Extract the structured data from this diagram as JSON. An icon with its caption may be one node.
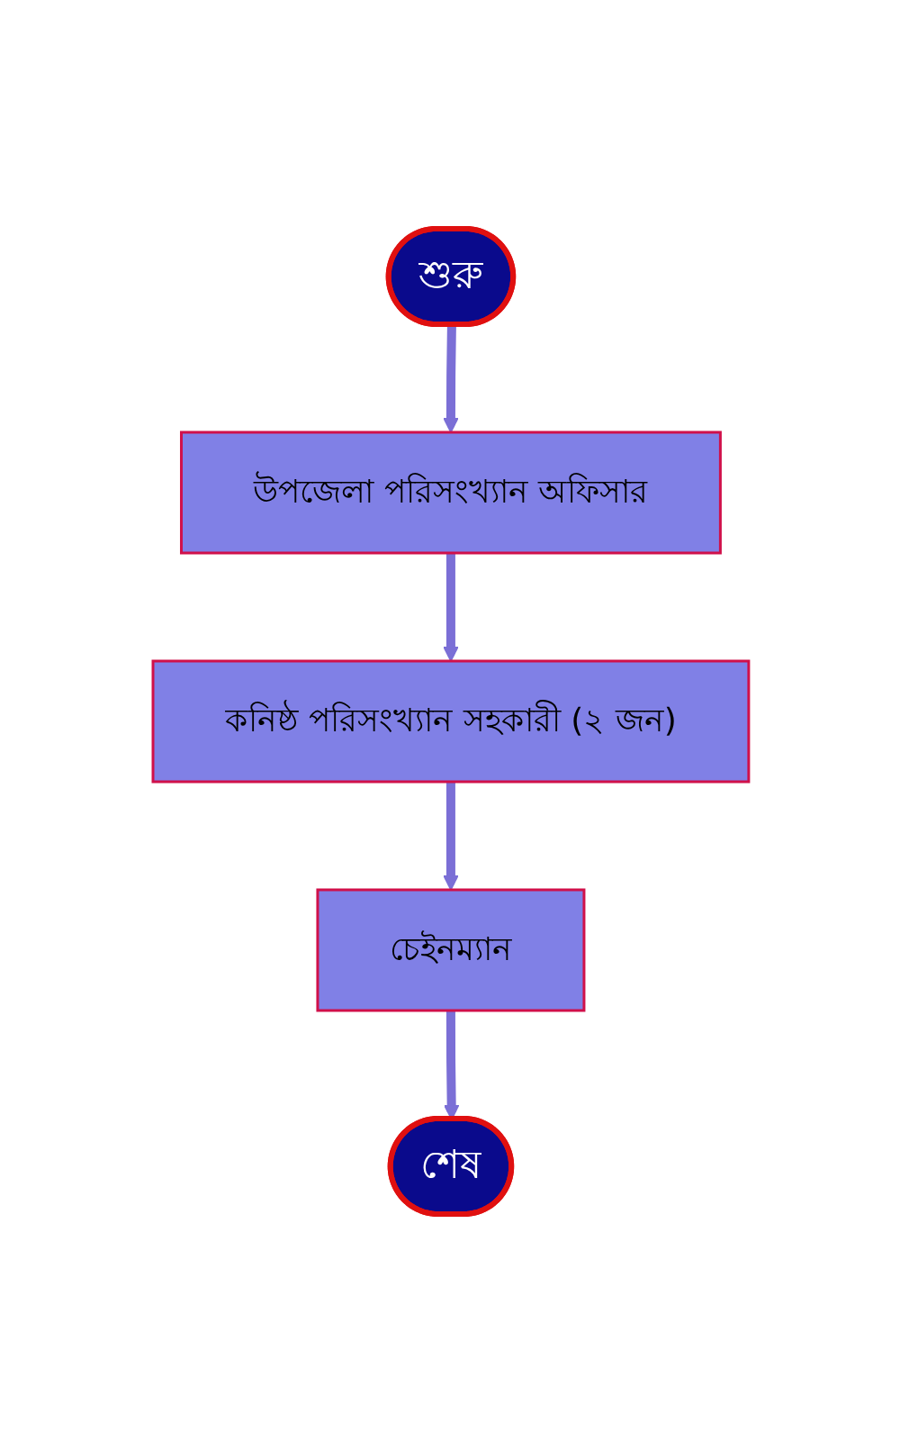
{
  "diagram": {
    "nodes": [
      {
        "text": [
          "শুরু"
        ]
      },
      {
        "text": [
          "উপজেলা পরিসংখ্যান অফিসার"
        ]
      },
      {
        "text": [
          "কনিষ্ঠ পরিসংখ্যান সহকারী (২ জন)"
        ]
      },
      {
        "text": [
          "চেইনম্যান"
        ]
      },
      {
        "text": [
          "শেষ"
        ]
      }
    ],
    "edges": [
      {
        "from": 0,
        "to": 1,
        "arrow": "to"
      },
      {
        "from": 1,
        "to": 2,
        "arrow": "to"
      },
      {
        "from": 2,
        "to": 3,
        "arrow": "to"
      },
      {
        "from": 3,
        "to": 4,
        "arrow": "to"
      }
    ]
  }
}
